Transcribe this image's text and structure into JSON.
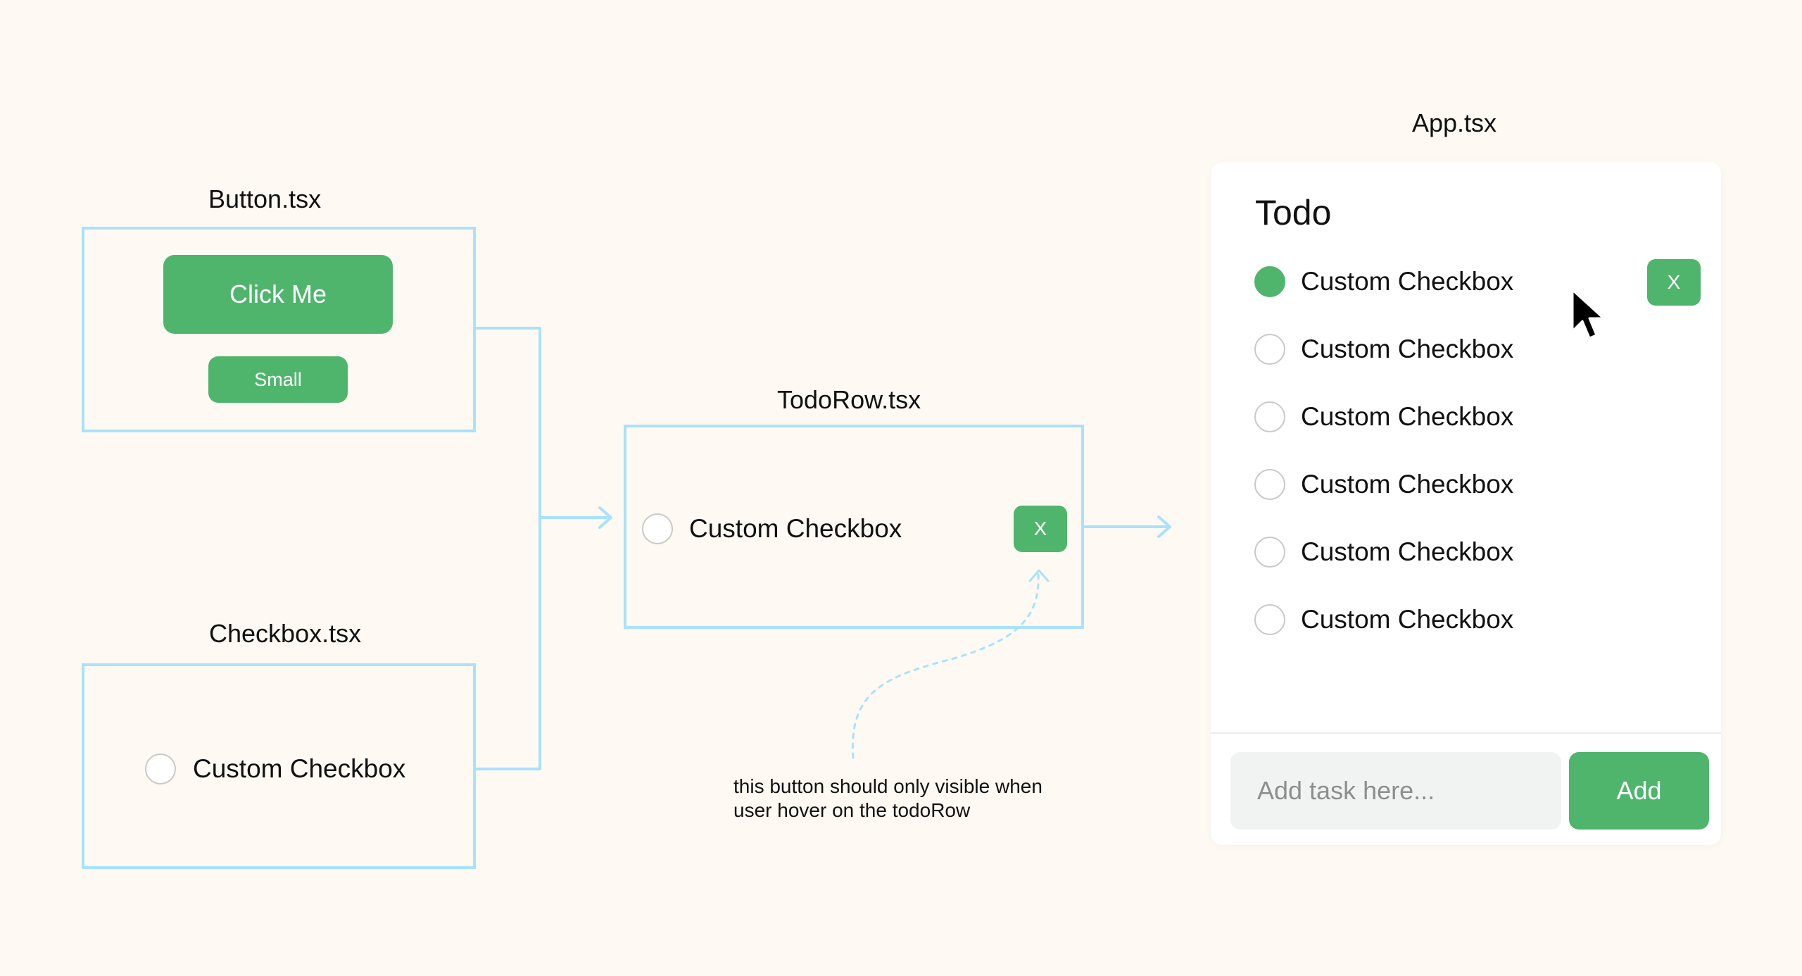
{
  "colors": {
    "background": "#FEF9F3",
    "frame": "#A9E2FA",
    "accent": "#4FB56D",
    "text": "#111111",
    "placeholder": "#8E8E8E"
  },
  "button_component": {
    "title": "Button.tsx",
    "large_label": "Click Me",
    "small_label": "Small"
  },
  "checkbox_component": {
    "title": "Checkbox.tsx",
    "label": "Custom Checkbox"
  },
  "todorow_component": {
    "title": "TodoRow.tsx",
    "label": "Custom Checkbox",
    "delete_label": "X"
  },
  "note": "this button should only visible when user hover on the todoRow",
  "app": {
    "title": "App.tsx",
    "heading": "Todo",
    "delete_label": "X",
    "items": [
      {
        "label": "Custom Checkbox",
        "checked": true
      },
      {
        "label": "Custom Checkbox",
        "checked": false
      },
      {
        "label": "Custom Checkbox",
        "checked": false
      },
      {
        "label": "Custom Checkbox",
        "checked": false
      },
      {
        "label": "Custom Checkbox",
        "checked": false
      },
      {
        "label": "Custom Checkbox",
        "checked": false
      }
    ],
    "input_placeholder": "Add task here...",
    "input_value": "",
    "add_label": "Add"
  },
  "icons": {
    "cursor": "mouse-pointer-icon"
  }
}
